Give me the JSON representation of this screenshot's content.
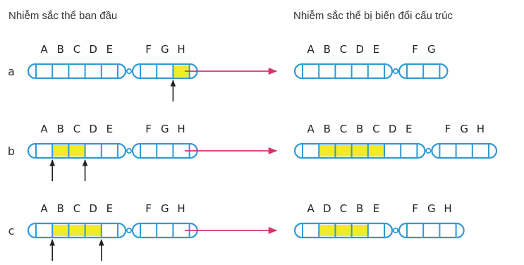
{
  "header": {
    "left_title": "Nhiễm sắc thể ban đầu",
    "right_title": "Nhiễm sắc thể bị biến đổi cấu trúc"
  },
  "colors": {
    "outline": "#2f9ad6",
    "fill": "#ffffff",
    "highlight": "#f2ea2a",
    "arrow": "#d8336a",
    "pointer": "#222222"
  },
  "rows": [
    {
      "label": "a",
      "original": {
        "arm1": [
          "A",
          "B",
          "C",
          "D",
          "E"
        ],
        "arm2": [
          "F",
          "G",
          "H"
        ],
        "highlight": [
          "H"
        ],
        "pointers": [
          "G|H"
        ]
      },
      "mutated": {
        "arm1": [
          "A",
          "B",
          "C",
          "D",
          "E"
        ],
        "arm2": [
          "F",
          "G"
        ],
        "highlight": []
      }
    },
    {
      "label": "b",
      "original": {
        "arm1": [
          "A",
          "B",
          "C",
          "D",
          "E"
        ],
        "arm2": [
          "F",
          "G",
          "H"
        ],
        "highlight": [
          "B",
          "C"
        ],
        "pointers": [
          "A|B",
          "C|D"
        ]
      },
      "mutated": {
        "arm1": [
          "A",
          "B",
          "C",
          "B",
          "C",
          "D",
          "E"
        ],
        "arm2": [
          "F",
          "G",
          "H"
        ],
        "highlight": [
          1,
          2,
          3,
          4
        ]
      }
    },
    {
      "label": "c",
      "original": {
        "arm1": [
          "A",
          "B",
          "C",
          "D",
          "E"
        ],
        "arm2": [
          "F",
          "G",
          "H"
        ],
        "highlight": [
          "B",
          "C",
          "D"
        ],
        "pointers": [
          "A|B",
          "D|E"
        ]
      },
      "mutated": {
        "arm1": [
          "A",
          "D",
          "C",
          "B",
          "E"
        ],
        "arm2": [
          "F",
          "G",
          "H"
        ],
        "highlight": [
          1,
          2,
          3
        ]
      }
    }
  ]
}
